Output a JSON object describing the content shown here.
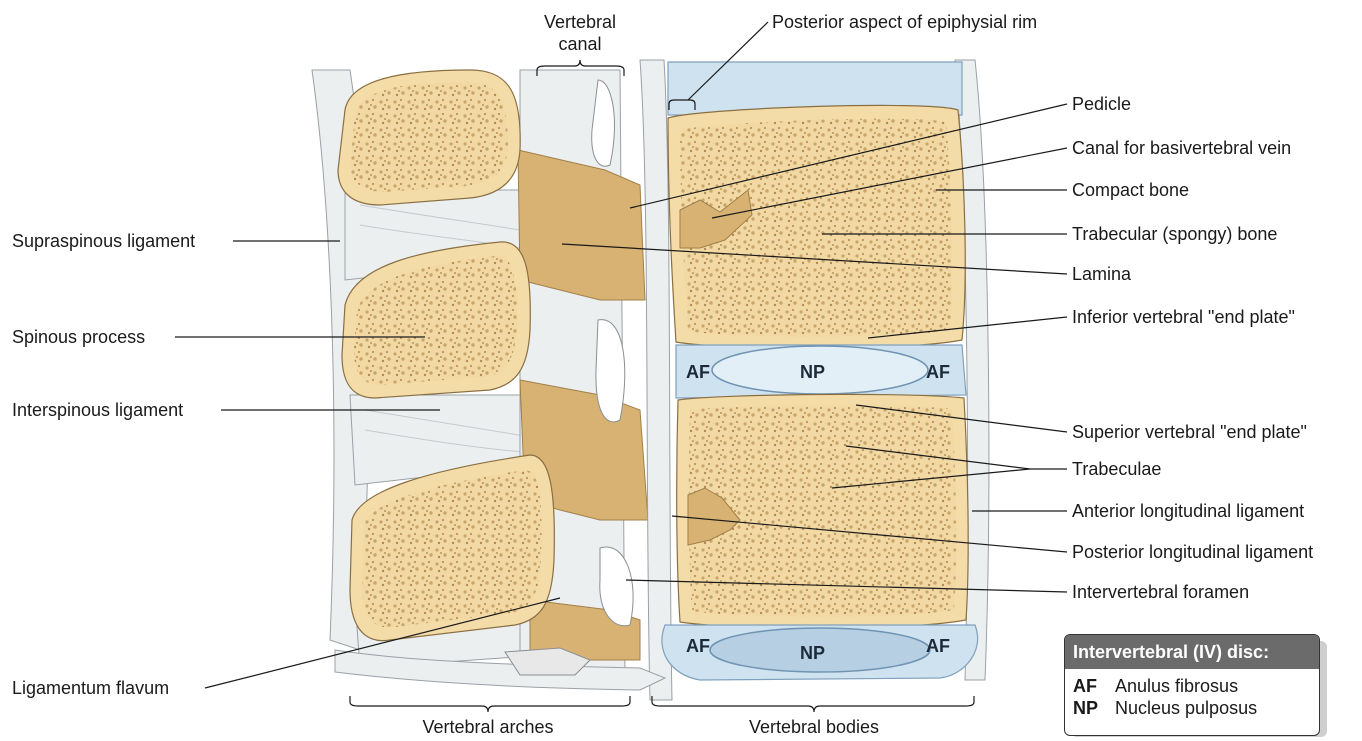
{
  "labels": {
    "vertebral_canal_1": "Vertebral",
    "vertebral_canal_2": "canal",
    "posterior_aspect": "Posterior aspect of epiphysial rim",
    "pedicle": "Pedicle",
    "canal_basivertebral": "Canal for basivertebral vein",
    "compact_bone": "Compact bone",
    "trabecular_bone": "Trabecular (spongy) bone",
    "lamina": "Lamina",
    "inferior_end_plate": "Inferior vertebral \"end plate\"",
    "superior_end_plate": "Superior vertebral \"end plate\"",
    "trabeculae": "Trabeculae",
    "anterior_long_lig": "Anterior longitudinal ligament",
    "posterior_long_lig": "Posterior longitudinal ligament",
    "intervertebral_foramen": "Intervertebral foramen",
    "supraspinous": "Supraspinous ligament",
    "spinous_process": "Spinous process",
    "interspinous": "Interspinous ligament",
    "ligamentum_flavum": "Ligamentum flavum",
    "vertebral_arches": "Vertebral arches",
    "vertebral_bodies": "Vertebral bodies"
  },
  "disc_labels": {
    "af": "AF",
    "np": "NP"
  },
  "legend": {
    "title": "Intervertebral (IV) disc:",
    "items": [
      {
        "abbr": "AF",
        "text": "Anulus fibrosus"
      },
      {
        "abbr": "NP",
        "text": "Nucleus pulposus"
      }
    ]
  },
  "colors": {
    "bone": "#f4dca8",
    "ligament": "#eceff0",
    "disc": "#cfe2ef",
    "legend_header": "#6b6b6b"
  }
}
